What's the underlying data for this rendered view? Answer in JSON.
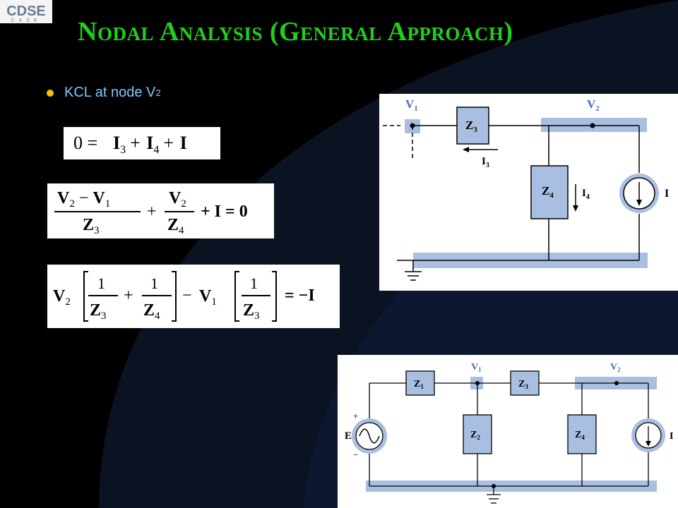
{
  "title": "Nodal Analysis (General Approach)",
  "logo": {
    "text": "CDSE",
    "subtext": "CASE"
  },
  "bullet": {
    "text": "KCL at node V",
    "sub": "2"
  },
  "equations": {
    "eq1": {
      "lhs": "0 =",
      "terms": [
        "I",
        "3",
        "+ ",
        "I",
        "4",
        "+ ",
        "I"
      ]
    },
    "eq2": {
      "num1": "V",
      "s1": "2",
      "minus": "−",
      "num1b": "V",
      "s1b": "1",
      "den1": "Z",
      "d1s": "3",
      "plus1": "+",
      "num2": "V",
      "s2": "2",
      "den2": "Z",
      "d2s": "4",
      "tail": "+ I = 0"
    },
    "eq3": {
      "v2": "V",
      "v2s": "2",
      "one": "1",
      "z3": "Z",
      "z3s": "3",
      "plus": "+",
      "z4": "Z",
      "z4s": "4",
      "minus": "−",
      "v1": "V",
      "v1s": "1",
      "rhs": "= −I"
    }
  },
  "circuit_top": {
    "node1": "V",
    "node1_sub": "1",
    "node2": "V",
    "node2_sub": "2",
    "z3": "Z",
    "z3_sub": "3",
    "z4": "Z",
    "z4_sub": "4",
    "i3": "I",
    "i3_sub": "3",
    "i4": "I",
    "i4_sub": "4",
    "source": "I"
  },
  "circuit_bottom": {
    "node1": "V",
    "node1_sub": "1",
    "node2": "V",
    "node2_sub": "2",
    "z1": "Z",
    "z1_sub": "1",
    "z2": "Z",
    "z2_sub": "2",
    "z3": "Z",
    "z3_sub": "3",
    "z4": "Z",
    "z4_sub": "4",
    "source_e": "E",
    "plus": "+",
    "minus": "−",
    "source_i": "I"
  },
  "colors": {
    "title": "#1fd01a",
    "bullet": "#7ec8ff",
    "bulletDot": "#f2c313",
    "highlight": "#a9bfe2",
    "box": "#a9bfe2"
  }
}
